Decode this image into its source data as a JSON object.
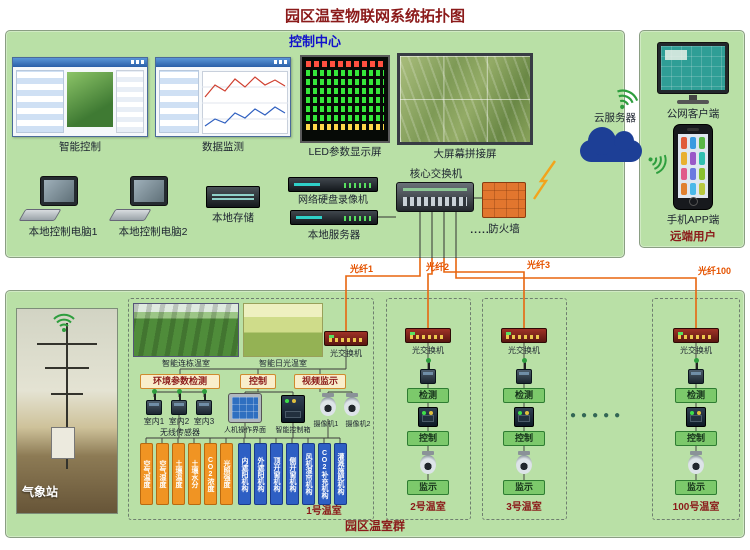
{
  "title": "园区温室物联网系统拓扑图",
  "colors": {
    "panel_green": "#b9e0a6",
    "title_red": "#8b1a1a",
    "heading_blue": "#1212cc",
    "fiber_orange": "#e8650f",
    "fiber_label_orange": "#e55300",
    "sensor_tag_orange": "#f09423",
    "actuator_tag_blue": "#2e5fc4",
    "greenhouse_button_green": "#7cc96b",
    "cloud_blue": "#1d3f96",
    "firewall_orange": "#e2762e",
    "led_text_green": "#35e83a"
  },
  "control_center": {
    "label": "控制中心",
    "screens": [
      {
        "label": "智能控制"
      },
      {
        "label": "数据监测"
      },
      {
        "label": "LED参数显示屏"
      },
      {
        "label": "大屏幕拼接屏"
      }
    ],
    "devices": {
      "pc1": "本地控制电脑1",
      "pc2": "本地控制电脑2",
      "storage": "本地存储",
      "nvr": "网络硬盘录像机",
      "server": "本地服务器",
      "core_switch": "核心交换机",
      "firewall": "防火墙"
    },
    "ellipsis": "......"
  },
  "cloud": {
    "label": "云服务器"
  },
  "remote": {
    "label": "远端用户",
    "web_client": "公网客户端",
    "app_client": "手机APP端"
  },
  "fibers": [
    {
      "label": "光纤1"
    },
    {
      "label": "光纤2"
    },
    {
      "label": "光纤3"
    },
    {
      "label": "光纤100"
    }
  ],
  "greenhouse_group": {
    "label": "园区温室群",
    "ellipsis": "●●●●●",
    "weather_station": {
      "label": "气象站"
    },
    "greenhouse1": {
      "label": "1号温室",
      "photo1": "智能连栋温室",
      "photo2": "智能日光温室",
      "switch": "光交换机",
      "group_detect": "环境参数检测",
      "group_control": "控制",
      "group_video": "视频监示",
      "sensors": [
        "室内1",
        "室内2",
        "室内3"
      ],
      "sensors_note": "无线传感器",
      "hmi": "人机操作界面",
      "control_box": "智能控制箱",
      "cameras": [
        "摄像机1",
        "摄像机2"
      ],
      "sensor_tags": [
        "空气温度",
        "空气湿度",
        "土壤温度",
        "土壤水分",
        "CO2浓度",
        "光照强度"
      ],
      "actuator_tags": [
        "内遮阳机构",
        "外遮阳机构",
        "顶开窗机构",
        "侧开窗机构",
        "风机湿帘机构",
        "CO2补充机构",
        "灌溉施肥机构"
      ]
    },
    "greenhouses": [
      {
        "label": "2号温室",
        "switch": "光交换机",
        "detect": "检测",
        "control": "控制",
        "monitor": "监示"
      },
      {
        "label": "3号温室",
        "switch": "光交换机",
        "detect": "检测",
        "control": "控制",
        "monitor": "监示"
      },
      {
        "label": "100号温室",
        "switch": "光交换机",
        "detect": "检测",
        "control": "控制",
        "monitor": "监示"
      }
    ]
  }
}
